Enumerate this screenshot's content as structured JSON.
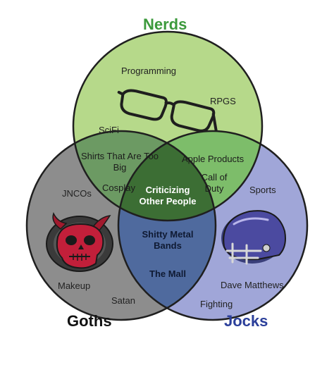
{
  "titles": {
    "nerds": "Nerds",
    "goths": "Goths",
    "jocks": "Jocks"
  },
  "nerds_only": [
    "Programming",
    "RPGS",
    "SciFi"
  ],
  "nerds_goths": [
    "Shirts That Are Too Big",
    "Cosplay"
  ],
  "nerds_jocks": [
    "Apple Products",
    "Call of Duty"
  ],
  "center": "Criticizing Other People",
  "goths_jocks": [
    "Shitty Metal Bands",
    "The Mall"
  ],
  "goths_only": [
    "JNCOs",
    "Makeup",
    "Satan"
  ],
  "jocks_only": [
    "Sports",
    "Dave Matthews",
    "Fighting"
  ],
  "icons": [
    "glasses-icon",
    "devil-skull-icon",
    "football-helmet-icon"
  ],
  "colors": {
    "nerds_title": "#3c9a3c",
    "goths_title": "#111111",
    "jocks_title": "#2b3f9a",
    "nerds_fill": "#b6d98a",
    "goths_fill": "#8d8d8d",
    "jocks_fill": "#a0a6d8",
    "nerds_goths": "#6c9a63",
    "nerds_jocks": "#7dbd6a",
    "goths_jocks": "#4f6a9e",
    "center": "#3c6e34",
    "outline": "#1f1f1f"
  }
}
